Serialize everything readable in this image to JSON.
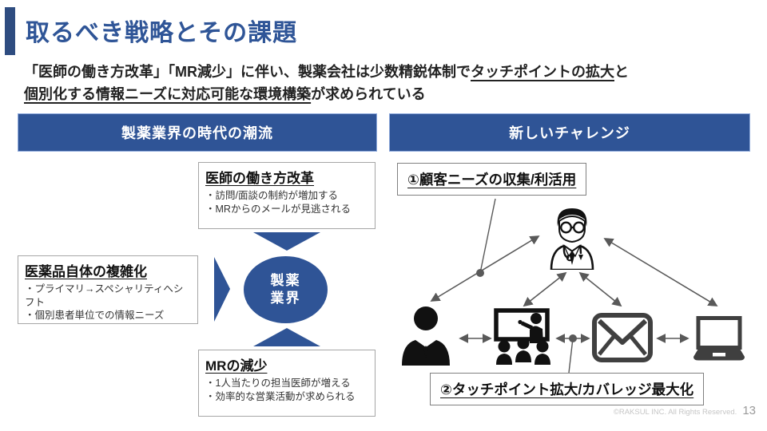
{
  "slide": {
    "title": "取るべき戦略とその課題",
    "lead": {
      "line1_pre": "「医師の働き方改革」「MR減少」に伴い、製薬会社は少数精鋭体制で",
      "line1_underlined": "タッチポイントの拡大",
      "line1_post": "と",
      "line2_underlined": "個別化する情報ニーズに対応可能な環境構築",
      "line2_post": "が求められている"
    },
    "footer": {
      "copyright": "©RAKSUL INC. All Rights Reserved.",
      "page_number": "13"
    }
  },
  "left_panel": {
    "header": "製薬業界の時代の潮流",
    "center_circle": {
      "line1": "製薬",
      "line2": "業界"
    },
    "boxes": [
      {
        "title": "医師の働き方改革",
        "bullets": [
          "・訪問/面談の制約が増加する",
          "・MRからのメールが見逃される"
        ]
      },
      {
        "title": "医薬品自体の複雑化",
        "bullets": [
          "・プライマリ→スペシャリティへシフト",
          "・個別患者単位での情報ニーズ"
        ]
      },
      {
        "title": "MRの減少",
        "bullets": [
          "・1人当たりの担当医師が増える",
          "・効率的な営業活動が求められる"
        ]
      }
    ]
  },
  "right_panel": {
    "header": "新しいチャレンジ",
    "labels": [
      {
        "text": "①顧客ニーズの収集/利活用"
      },
      {
        "text": "②タッチポイント拡大/カバレッジ最大化"
      }
    ],
    "icons": [
      "doctor-icon",
      "mr-person-icon",
      "seminar-icon",
      "mail-icon",
      "laptop-icon"
    ]
  },
  "colors": {
    "accent_blue": "#2f5496",
    "title_blue": "#2f5597",
    "header_border": "#8faadc",
    "arrow_gray": "#595959",
    "icon_black": "#111111",
    "icon_dark_gray": "#404040",
    "box_border": "#a6a6a6",
    "label_border": "#808080"
  }
}
